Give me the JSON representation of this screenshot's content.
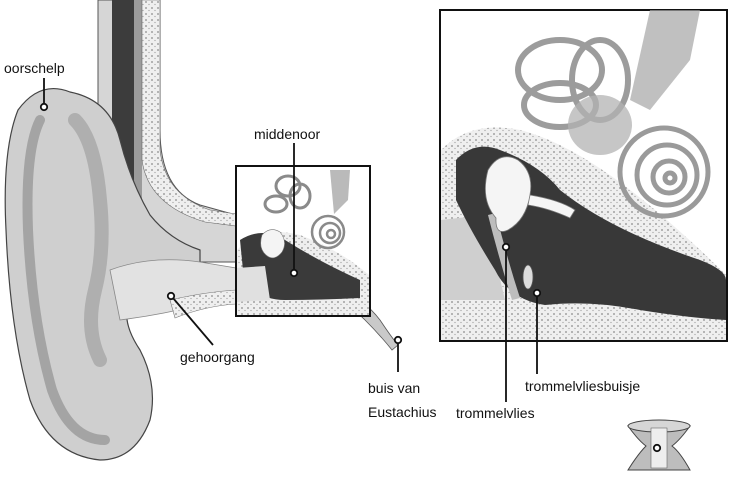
{
  "labels": {
    "pinna": "oorschelp",
    "middle_ear": "middenoor",
    "ear_canal": "gehoorgang",
    "eustachian_line1": "buis van",
    "eustachian_line2": "Eustachius",
    "eardrum": "trommelvlies",
    "tube": "trommelvliesbuisje"
  },
  "colors": {
    "skin": "#cfcfcf",
    "skin_light": "#dedede",
    "cavity": "#3b3b3b",
    "bone": "#f2f2f2",
    "line": "#111111"
  }
}
